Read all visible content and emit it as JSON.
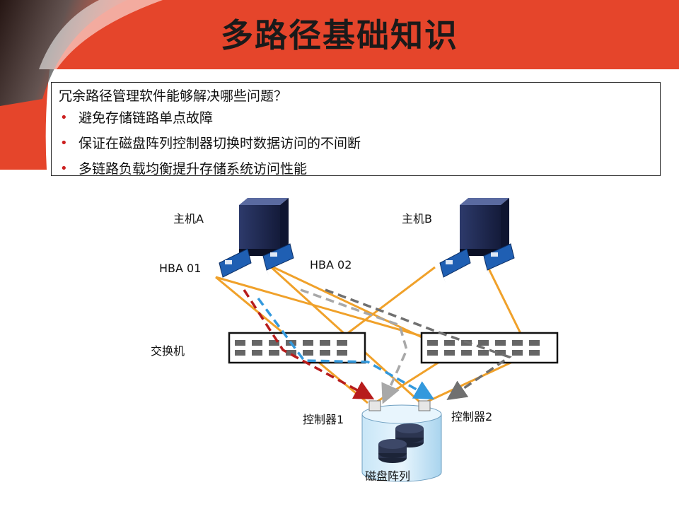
{
  "slide": {
    "title": "多路径基础知识",
    "question": "冗余路径管理软件能够解决哪些问题？",
    "bullets": [
      "避免存储链路单点故障",
      "保证在磁盘阵列控制器切换时数据访问的不间断",
      "多链路负载均衡提升存储系统访问性能"
    ]
  },
  "diagram": {
    "host_a": "主机A",
    "host_b": "主机B",
    "hba_01": "HBA 01",
    "hba_02": "HBA 02",
    "switch": "交换机",
    "controller_1": "控制器1",
    "controller_2": "控制器2",
    "disk_array": "磁盘阵列"
  },
  "colors": {
    "banner_red": "#e5452b",
    "link_orange": "#f0a12a",
    "active_path_red": "#b71c1c",
    "active_path_blue": "#3399dd",
    "standby_path_gray": "#a8a8a8",
    "standby_path_dark": "#707070",
    "bullet_red": "#cc1f1f"
  }
}
